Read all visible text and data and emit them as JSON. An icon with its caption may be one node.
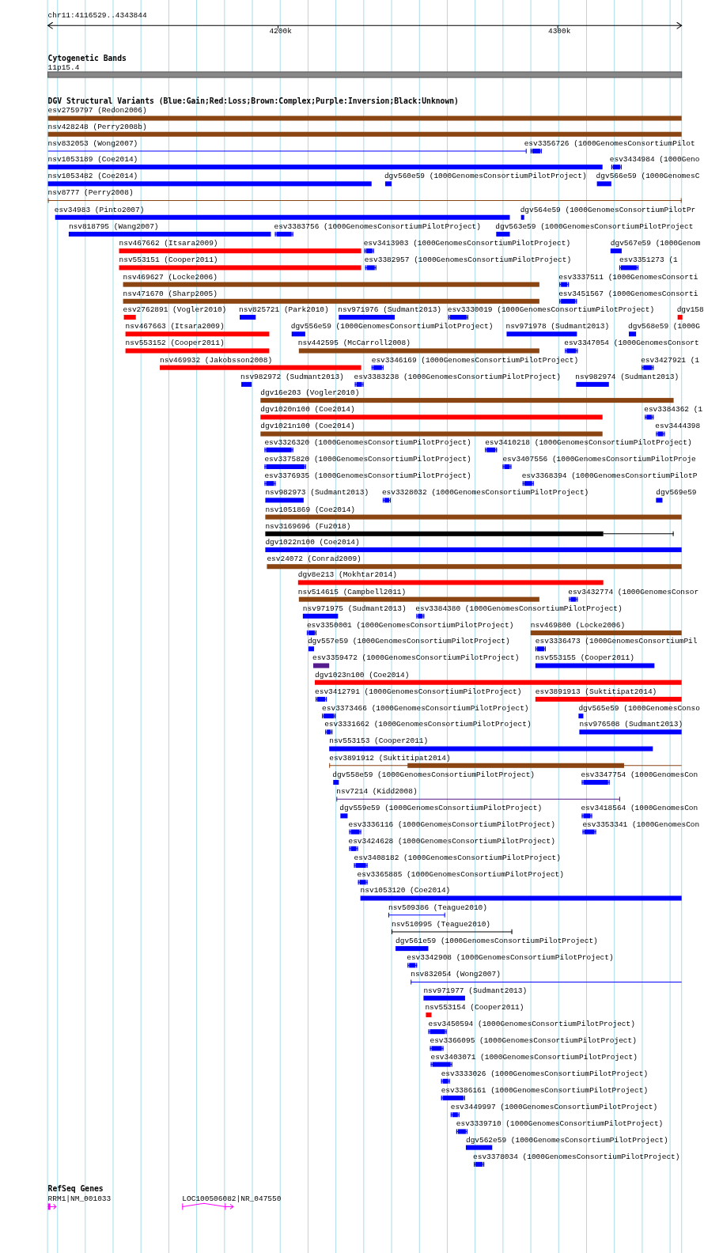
{
  "diagram": {
    "labels": [
      "chr11:4116529..4343844",
      "4200k",
      "4300k",
      "Cytogenetic Bands",
      "11p15.4",
      "DGV Structural Variants (Blue:Gain;Red:Loss;Brown:Complex;Purple:Inversion;Black:Unknown)",
      "esv2759797 (Redon2006)",
      "nsv428248 (Perry2008b)",
      "nsv832053 (Wong2007)",
      "esv3356726 (1000GenomesConsortiumPilot",
      "nsv1053189 (Coe2014)",
      "esv3434984 (1000Geno",
      "nsv1053482 (Coe2014)",
      "dgv560e59 (1000GenomesConsortiumPilotProject)",
      "dgv566e59 (1000GenomesC",
      "nsv8777 (Perry2008)",
      "esv34983 (Pinto2007)",
      "dgv564e59 (1000GenomesConsortiumPilotPr",
      "nsv818795 (Wang2007)",
      "esv3383756 (1000GenomesConsortiumPilotProject)",
      "dgv563e59 (1000GenomesConsortiumPilotProject",
      "nsv467662 (Itsara2009)",
      "esv3413903 (1000GenomesConsortiumPilotProject)",
      "dgv567e59 (1000Genom",
      "nsv553151 (Cooper2011)",
      "esv3382957 (1000GenomesConsortiumPilotProject)",
      "esv3351273 (1",
      "nsv469627 (Locke2006)",
      "esv3337511 (1000GenomesConsorti",
      "nsv471670 (Sharp2005)",
      "esv3451567 (1000GenomesConsorti",
      "esv2762891 (Vogler2010)",
      "nsv825721 (Park2010)",
      "nsv971976 (Sudmant2013)",
      "esv3330019 (1000GenomesConsortiumPilotProject)",
      "dgv158",
      "nsv467663 (Itsara2009)",
      "dgv556e59 (1000GenomesConsortiumPilotProject)",
      "nsv971978 (Sudmant2013)",
      "dgv568e59 (1000G",
      "nsv553152 (Cooper2011)",
      "nsv442595 (McCarroll2008)",
      "esv3347054 (1000GenomesConsort",
      "nsv469932 (Jakobsson2008)",
      "esv3346169 (1000GenomesConsortiumPilotProject)",
      "esv3427921 (1",
      "nsv982972 (Sudmant2013)",
      "esv3383238 (1000GenomesConsortiumPilotProject)",
      "nsv982974 (Sudmant2013)",
      "dgv16e203 (Vogler2010)",
      "dgv1020n100 (Coe2014)",
      "esv3384362 (1",
      "dgv1021n100 (Coe2014)",
      "esv3444398",
      "esv3326320 (1000GenomesConsortiumPilotProject)",
      "esv3410218 (1000GenomesConsortiumPilotProject)",
      "esv3375820 (1000GenomesConsortiumPilotProject)",
      "esv3407556 (1000GenomesConsortiumPilotProje",
      "esv3376935 (1000GenomesConsortiumPilotProject)",
      "esv3368394 (1000GenomesConsortiumPilotP",
      "nsv982973 (Sudmant2013)",
      "esv3328032 (1000GenomesConsortiumPilotProject)",
      "dgv569e59",
      "nsv1051869 (Coe2014)",
      "nsv3169696 (Fu2018)",
      "dgv1022n100 (Coe2014)",
      "esv24072 (Conrad2009)",
      "dgv8e213 (Mokhtar2014)",
      "nsv514615 (Campbell2011)",
      "esv3432774 (1000GenomesConsor",
      "nsv971975 (Sudmant2013)",
      "esv3384380 (1000GenomesConsortiumPilotProject)",
      "esv3350001 (1000GenomesConsortiumPilotProject)",
      "nsv469800 (Locke2006)",
      "dgv557e59 (1000GenomesConsortiumPilotProject)",
      "esv3336473 (1000GenomesConsortiumPil",
      "esv3359472 (1000GenomesConsortiumPilotProject)",
      "nsv553155 (Cooper2011)",
      "dgv1023n100 (Coe2014)",
      "esv3412791 (1000GenomesConsortiumPilotProject)",
      "esv3891913 (Suktitipat2014)",
      "esv3373466 (1000GenomesConsortiumPilotProject)",
      "dgv565e59 (1000GenomesConso",
      "esv3331662 (1000GenomesConsortiumPilotProject)",
      "nsv976508 (Sudmant2013)",
      "nsv553153 (Cooper2011)",
      "esv3891912 (Suktitipat2014)",
      "dgv558e59 (1000GenomesConsortiumPilotProject)",
      "esv3347754 (1000GenomesCon",
      "nsv7214 (Kidd2008)",
      "dgv559e59 (1000GenomesConsortiumPilotProject)",
      "esv3418564 (1000GenomesCon",
      "esv3336116 (1000GenomesConsortiumPilotProject)",
      "esv3353341 (1000GenomesCon",
      "esv3424628 (1000GenomesConsortiumPilotProject)",
      "esv3408182 (1000GenomesConsortiumPilotProject)",
      "esv3365885 (1000GenomesConsortiumPilotProject)",
      "nsv1053120 (Coe2014)",
      "nsv509386 (Teague2010)",
      "nsv510995 (Teague2010)",
      "dgv561e59 (1000GenomesConsortiumPilotProject)",
      "esv3342908 (1000GenomesConsortiumPilotProject)",
      "nsv832054 (Wong2007)",
      "nsv971977 (Sudmant2013)",
      "nsv553154 (Cooper2011)",
      "esv3450594 (1000GenomesConsortiumPilotProject)",
      "esv3366095 (1000GenomesConsortiumPilotProject)",
      "esv3403071 (1000GenomesConsortiumPilotProject)",
      "esv3333026 (1000GenomesConsortiumPilotProject)",
      "esv3386161 (1000GenomesConsortiumPilotProject)",
      "esv3449997 (1000GenomesConsortiumPilotProject)",
      "esv3339710 (1000GenomesConsortiumPilotProject)",
      "dgv562e59 (1000GenomesConsortiumPilotProject)",
      "esv3378034 (1000GenomesConsortiumPilotProject)",
      "RefSeq Genes",
      "RRM1|NM_001033",
      "LOC100506082|NR_047550"
    ]
  }
}
